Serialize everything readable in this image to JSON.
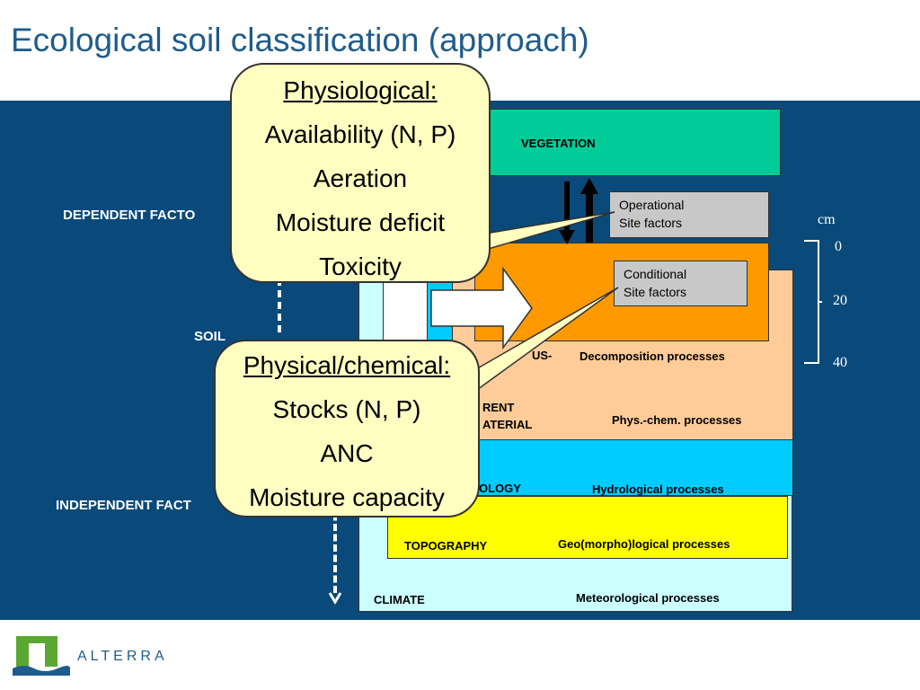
{
  "title": "Ecological soil classification (approach)",
  "left_labels": {
    "dependent": "DEPENDENT FACTO",
    "soil": "SOIL",
    "independent": "INDEPENDENT FACT"
  },
  "layers": {
    "vegetation": "VEGETATION",
    "humus": "US-",
    "parent_material": "RENT\nATERIAL",
    "hydrology": "OLOGY",
    "topography": "TOPOGRAPHY",
    "climate": "CLIMATE"
  },
  "processes": {
    "decomposition": "Decomposition  processes",
    "physchem": "Phys.-chem.  processes",
    "hydrological": "Hydrological processes",
    "geomorpho": "Geo(morpho)logical processes",
    "meteorological": "Meteorological processes"
  },
  "site_factors": {
    "operational": "Operational\nSite factors",
    "conditional": "Conditional\nSite factors"
  },
  "scale": {
    "unit": "cm",
    "ticks": [
      "0",
      "20",
      "40"
    ]
  },
  "callout_physiological": {
    "heading": "Physiological:",
    "items": [
      "Availability (N, P)",
      "Aeration",
      "Moisture deficit",
      "Toxicity"
    ]
  },
  "callout_physchem": {
    "heading": "Physical/chemical:",
    "items": [
      "Stocks (N, P)",
      "ANC",
      "Moisture capacity"
    ]
  },
  "logo": {
    "text": "ALTERRA"
  },
  "colors": {
    "panel": "#0a4a7a",
    "vegetation": "#00cc99",
    "humus": "#ff9900",
    "parent_material": "#ffcc99",
    "hydrology": "#00ccff",
    "topography": "#ffff00",
    "climate": "#ccffff",
    "callout": "#ffffc2",
    "site_box": "#c8c8c8"
  }
}
